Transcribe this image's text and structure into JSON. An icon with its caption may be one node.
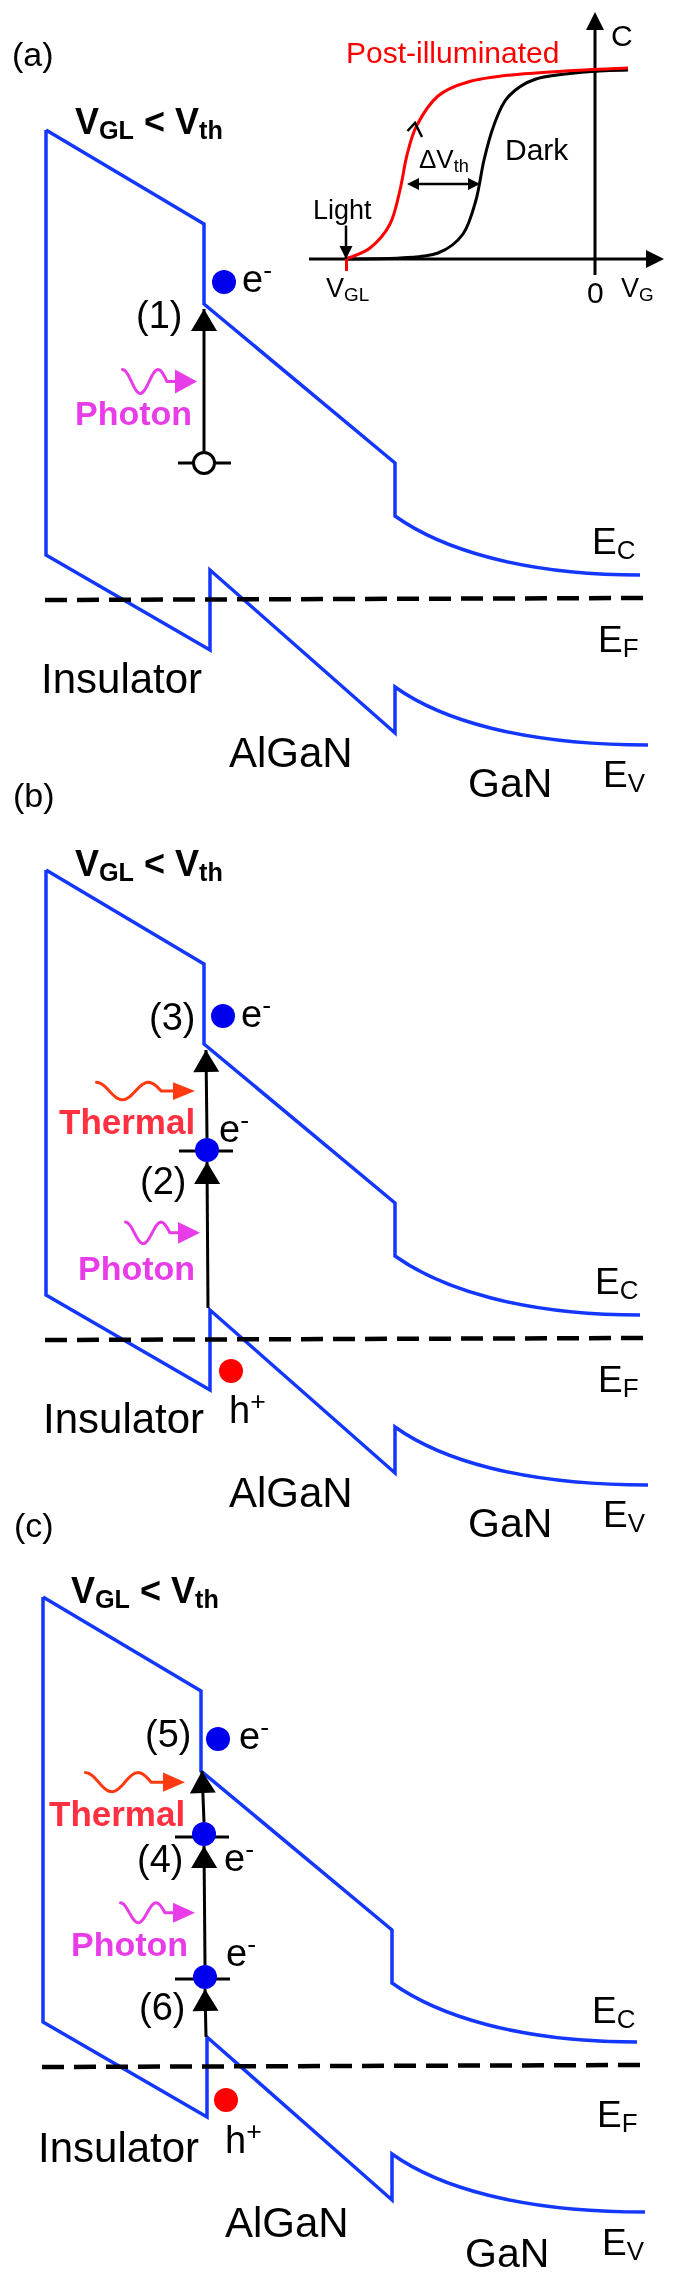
{
  "diagram": {
    "nodes": [
      {
        "text": [
          "Light"
        ]
      },
      {
        "text": [],
        "shape": "bar"
      },
      {
        "text": [],
        "shape": "circle",
        "beside": [
          "e$^{-}$"
        ]
      },
      {
        "text": [],
        "shape": "circle"
      },
      {
        "text": [],
        "shape": "circle",
        "beside": [
          "e$^{-}$"
        ]
      },
      {
        "text": [],
        "shape": "circle",
        "beside": [
          "e$^{-}$"
        ]
      },
      {
        "text": [],
        "shape": "circle",
        "beside": [
          "h$^{+}$"
        ]
      },
      {
        "text": [],
        "shape": "circle",
        "beside": [
          "e$^{-}$"
        ]
      },
      {
        "text": [],
        "shape": "circle",
        "beside": [
          "e$^{-}$"
        ]
      },
      {
        "text": [],
        "shape": "circle",
        "beside": [
          "e$^{-}$"
        ]
      },
      {
        "text": [],
        "shape": "circle",
        "beside": [
          "h$^{+}$"
        ]
      }
    ],
    "edges": [
      {
        "from": 0,
        "to": 1,
        "arrow": "to"
      },
      {
        "from": 3,
        "to": 2,
        "arrow": "to",
        "label": "(1)"
      },
      {
        "from": null,
        "to": 5,
        "arrow": "to",
        "label": "(2)"
      },
      {
        "from": 5,
        "to": 4,
        "arrow": "to",
        "label": "(3)"
      },
      {
        "from": 9,
        "to": 8,
        "arrow": "to",
        "label": "(4)"
      },
      {
        "from": 8,
        "to": 7,
        "arrow": "to",
        "label": "(5)"
      },
      {
        "from": null,
        "to": 9,
        "arrow": "to",
        "label": "(6)"
      }
    ],
    "labels": [
      "(a)",
      "Post-illuminated",
      "C",
      "V$_{GL}$ < V$_{th}$",
      "Dark",
      "ΔV$_{th}$",
      "V$_{GL}$",
      "0",
      "V$_{G}$",
      "Photon",
      "E$_{C}$",
      "E$_{F}$",
      "Insulator",
      "AlGaN",
      "GaN",
      "E$_{V}$",
      "(b)",
      "V$_{GL}$ < V$_{th}$",
      "Thermal",
      "Photon",
      "E$_{C}$",
      "E$_{F}$",
      "Insulator",
      "AlGaN",
      "(c)",
      "GaN",
      "E$_{V}$",
      "V$_{GL}$ < V$_{th}$",
      "Thermal",
      "Photon",
      "E$_{C}$",
      "E$_{F}$",
      "Insulator",
      "AlGaN",
      "GaN",
      "E$_{V}$"
    ]
  }
}
